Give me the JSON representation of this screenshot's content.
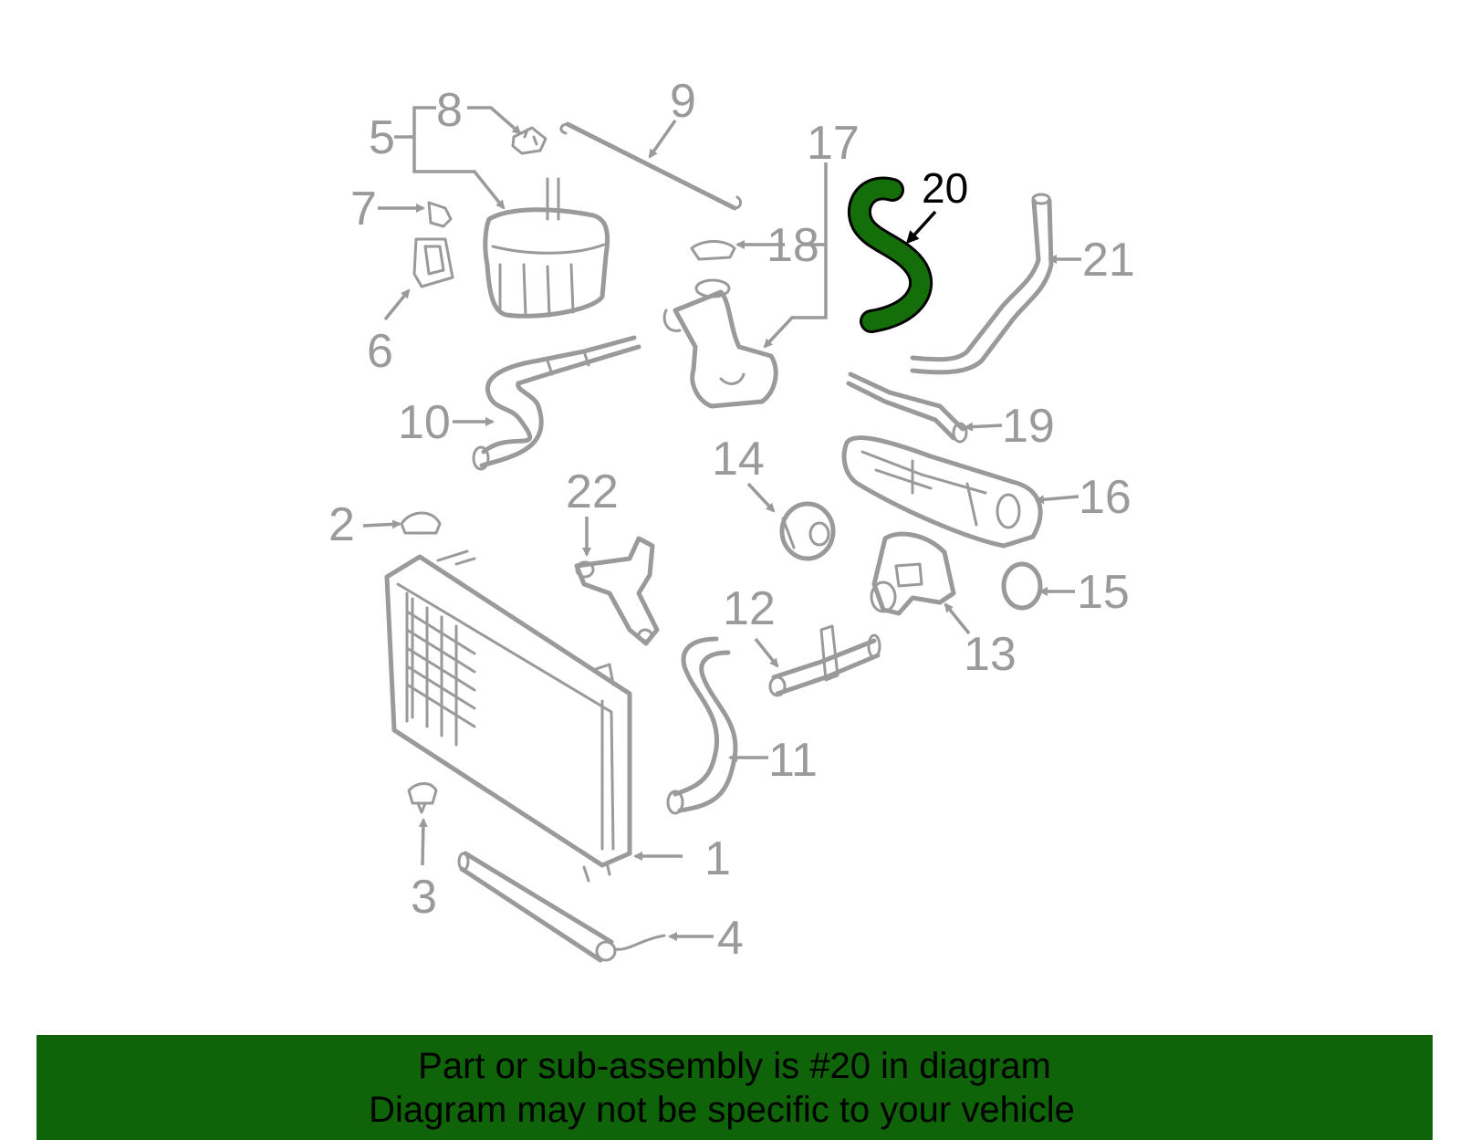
{
  "diagram": {
    "highlight_color": "#146e0a",
    "part_color": "#9a9a9a",
    "callouts": [
      "1",
      "2",
      "3",
      "4",
      "5",
      "6",
      "7",
      "8",
      "9",
      "10",
      "11",
      "12",
      "13",
      "14",
      "15",
      "16",
      "17",
      "18",
      "19",
      "20",
      "21",
      "22"
    ],
    "highlighted_callout": "20"
  },
  "banner": {
    "background": "#0f6308",
    "line1": "Part or sub-assembly is #20 in diagram",
    "line2": "Diagram may not be specific to your vehicle"
  }
}
